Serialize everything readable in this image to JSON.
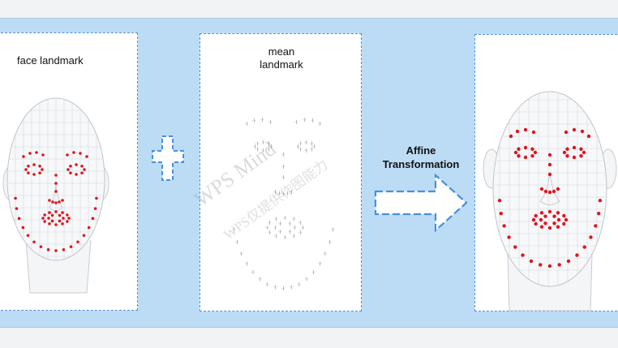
{
  "left_panel": {
    "title": "face landmark"
  },
  "middle_panel": {
    "title_line1": "mean",
    "title_line2": "landmark"
  },
  "transform": {
    "line1": "Affine",
    "line2": "Transformation"
  },
  "watermark": {
    "line1": "WPS Mind",
    "line2": "WPS仅提供作图能力"
  },
  "colors": {
    "band": "#bcdcf6",
    "dashed_border": "#4a8fdc",
    "landmark_dot": "#e0141c",
    "mesh": "#c8ccd2"
  },
  "icons": [
    "plus-icon",
    "right-arrow-icon"
  ]
}
